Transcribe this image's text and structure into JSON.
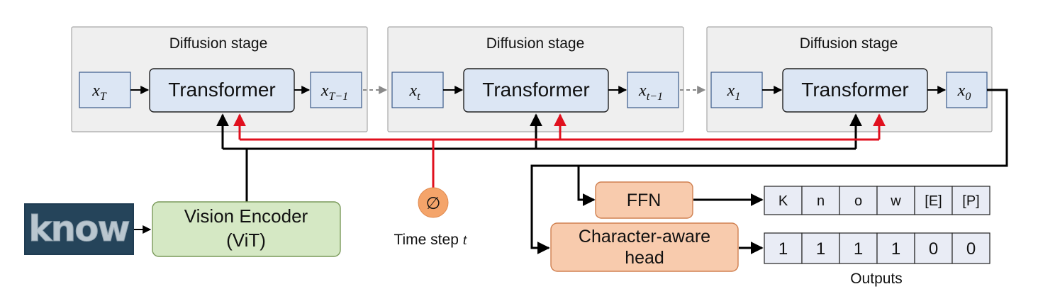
{
  "stages": [
    {
      "title": "Diffusion stage",
      "input": "x",
      "input_sub": "T",
      "block": "Transformer",
      "output": "x",
      "output_sub": "T−1"
    },
    {
      "title": "Diffusion stage",
      "input": "x",
      "input_sub": "t",
      "block": "Transformer",
      "output": "x",
      "output_sub": "t−1"
    },
    {
      "title": "Diffusion stage",
      "input": "x",
      "input_sub": "1",
      "block": "Transformer",
      "output": "x",
      "output_sub": "0"
    }
  ],
  "image_word": "know",
  "encoder": {
    "line1": "Vision Encoder",
    "line2": "(ViT)"
  },
  "timestep": {
    "symbol": "∅",
    "label": "Time step ",
    "label_var": "t"
  },
  "ffn": {
    "label": "FFN"
  },
  "char_head": {
    "line1": "Character-aware",
    "line2": "head"
  },
  "ffn_outputs": [
    "K",
    "n",
    "o",
    "w",
    "[E]",
    "[P]"
  ],
  "head_outputs": [
    "1",
    "1",
    "1",
    "1",
    "0",
    "0"
  ],
  "outputs_label": "Outputs",
  "colors": {
    "stage_bg": "#efefef",
    "stage_border": "#a8a8a8",
    "token_bg": "#dce6f4",
    "token_border": "#3b5a8a",
    "transformer_bg": "#dce6f4",
    "encoder_bg": "#d5e8c4",
    "encoder_border": "#7a9a5a",
    "head_bg": "#f8cbad",
    "head_border": "#d08050",
    "timestep_bg": "#f4a46a",
    "black_line": "#000000",
    "red_line": "#e0101e",
    "dashed_line": "#8a8a8a",
    "output_cell_bg": "#e9ecf5"
  }
}
